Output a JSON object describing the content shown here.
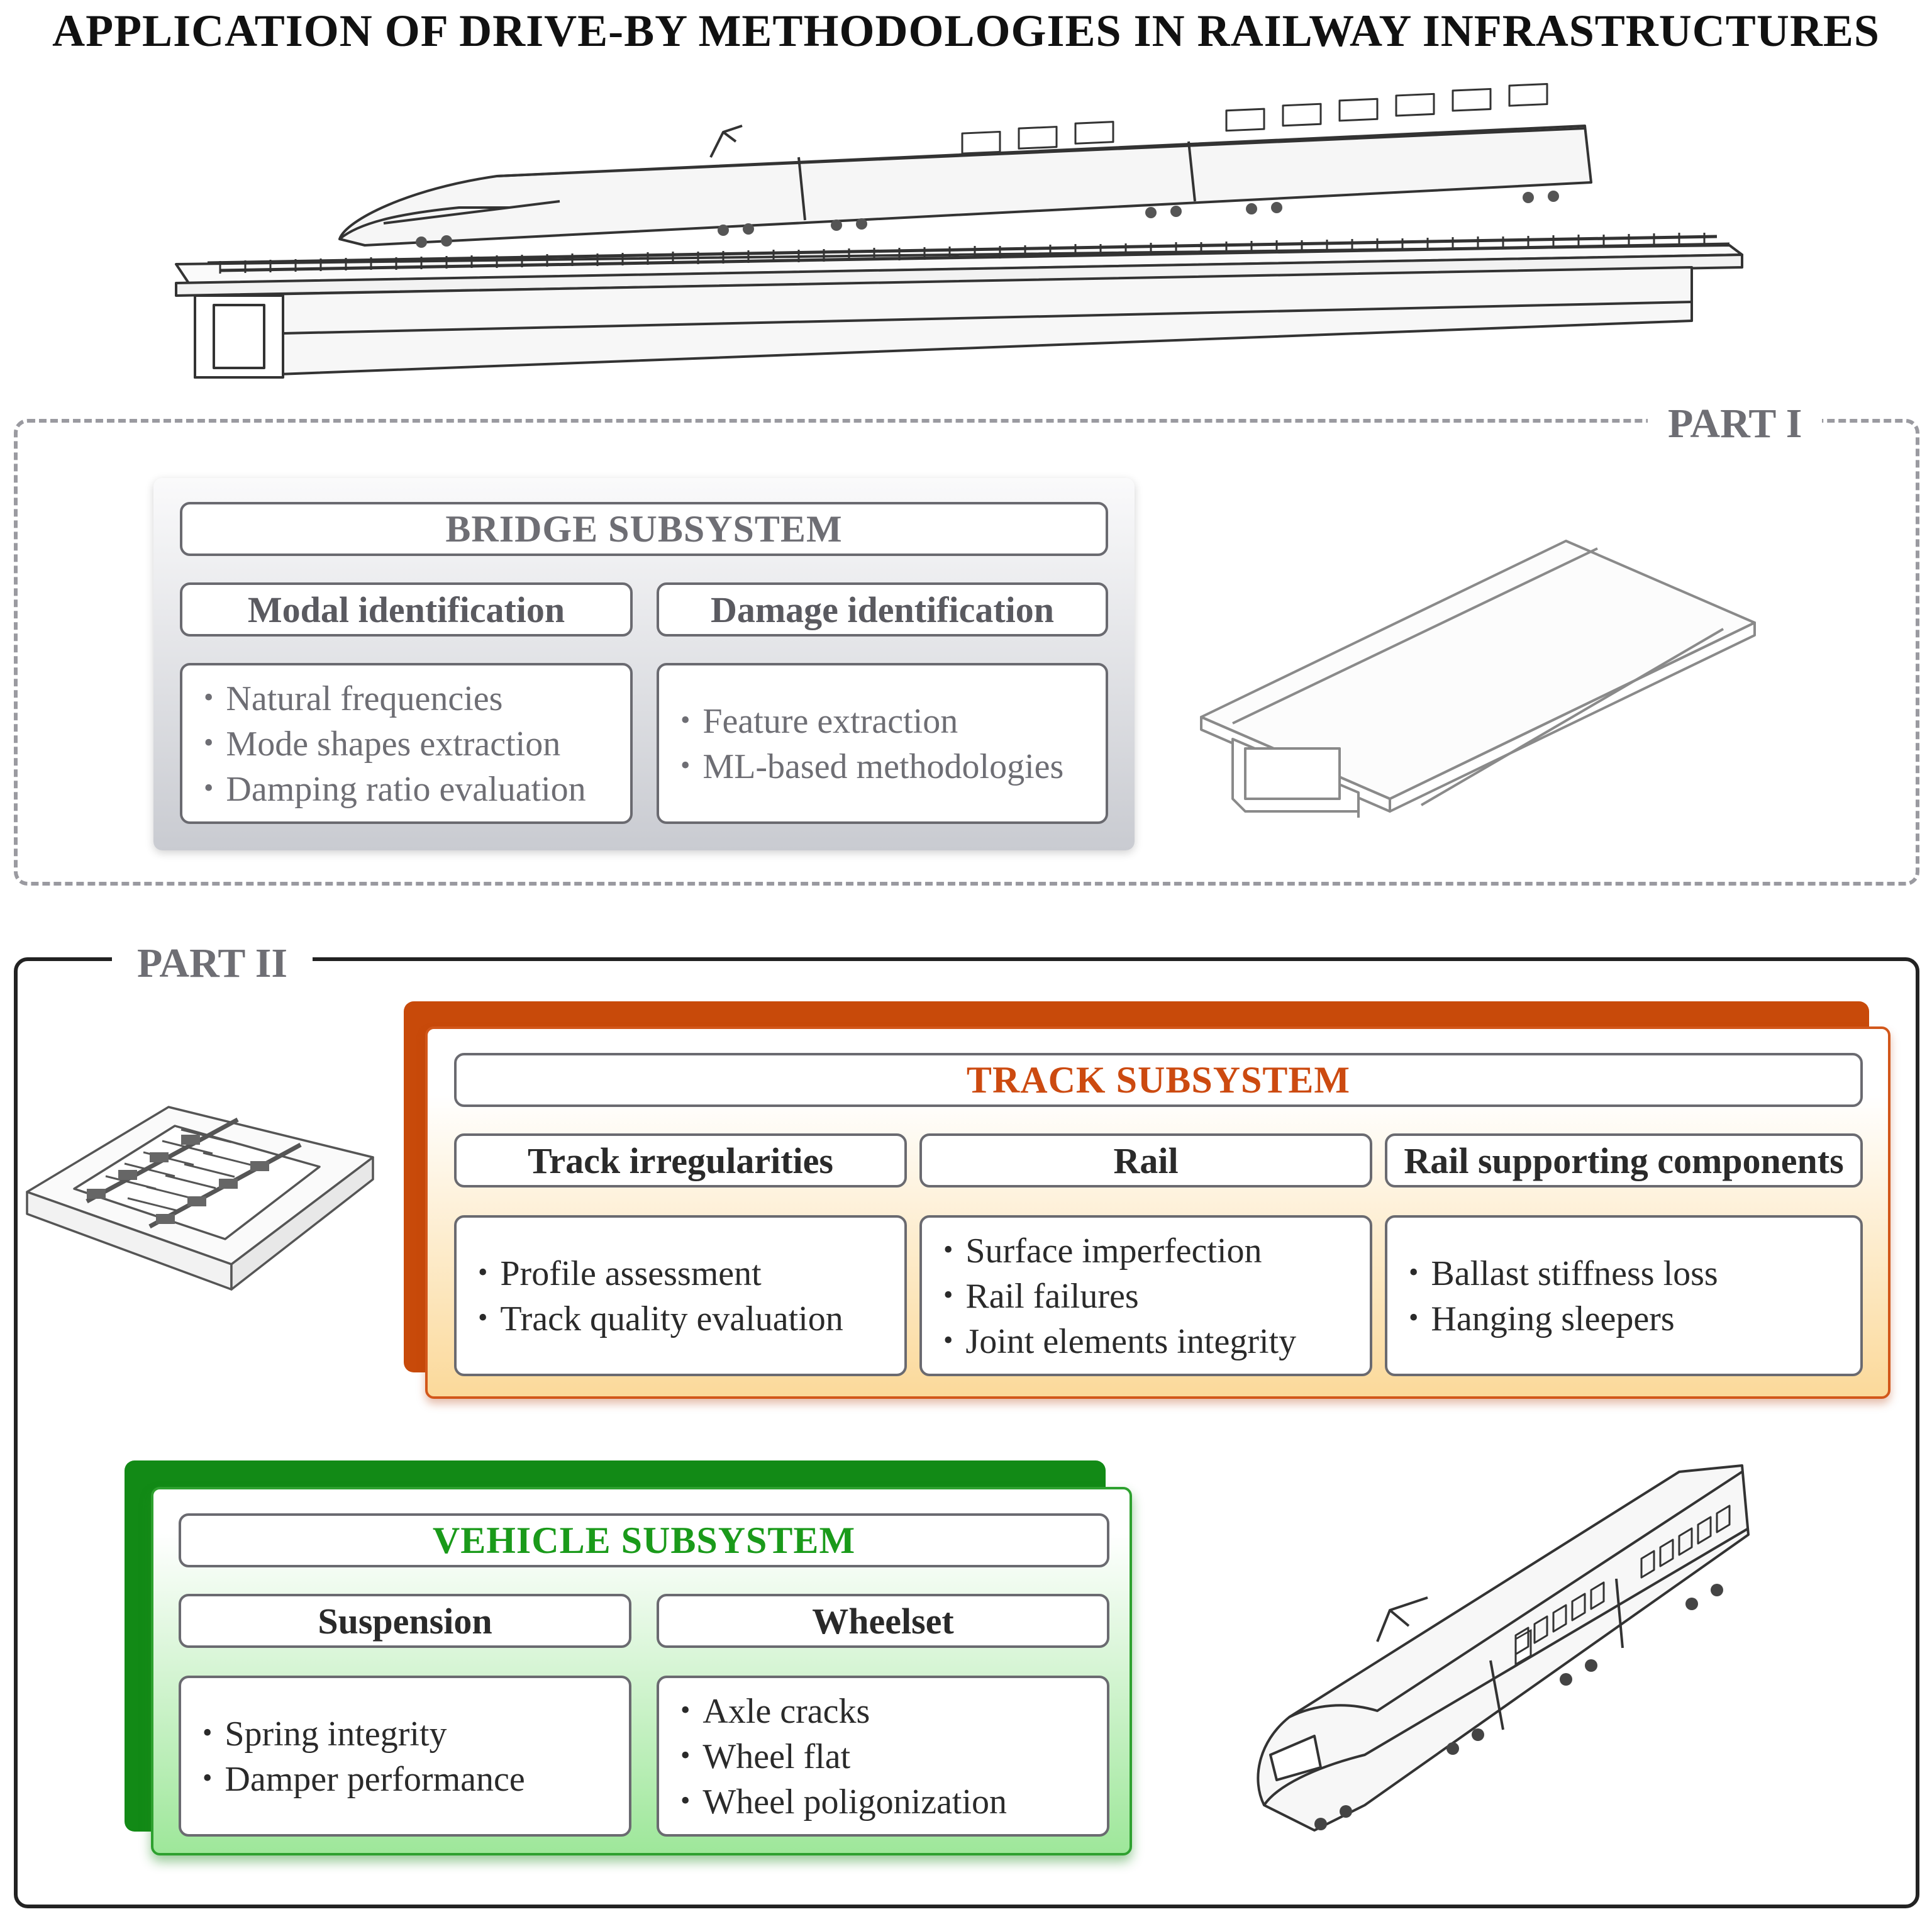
{
  "title": "APPLICATION OF DRIVE-BY METHODOLOGIES IN RAILWAY INFRASTRUCTURES",
  "part1": {
    "label": "PART I",
    "bridge": {
      "title": "BRIDGE SUBSYSTEM",
      "columns": [
        {
          "header": "Modal identification",
          "items": [
            "Natural frequencies",
            "Mode shapes extraction",
            "Damping ratio evaluation"
          ]
        },
        {
          "header": "Damage identification",
          "items": [
            "Feature extraction",
            "ML-based methodologies"
          ]
        }
      ]
    }
  },
  "part2": {
    "label": "PART II",
    "track": {
      "title": "TRACK SUBSYSTEM",
      "columns": [
        {
          "header": "Track irregularities",
          "items": [
            "Profile assessment",
            "Track quality evaluation"
          ]
        },
        {
          "header": "Rail",
          "items": [
            "Surface imperfection",
            "Rail failures",
            "Joint elements integrity"
          ]
        },
        {
          "header": "Rail supporting components",
          "items": [
            "Ballast stiffness loss",
            "Hanging sleepers"
          ]
        }
      ]
    },
    "vehicle": {
      "title": "VEHICLE SUBSYSTEM",
      "columns": [
        {
          "header": "Suspension",
          "items": [
            "Spring integrity",
            "Damper performance"
          ]
        },
        {
          "header": "Wheelset",
          "items": [
            "Axle cracks",
            "Wheel flat",
            "Wheel poligonization"
          ]
        }
      ]
    }
  },
  "colors": {
    "track_accent": "#cc4a10",
    "vehicle_accent": "#1a9a1a",
    "part_label": "#6e6e74"
  }
}
